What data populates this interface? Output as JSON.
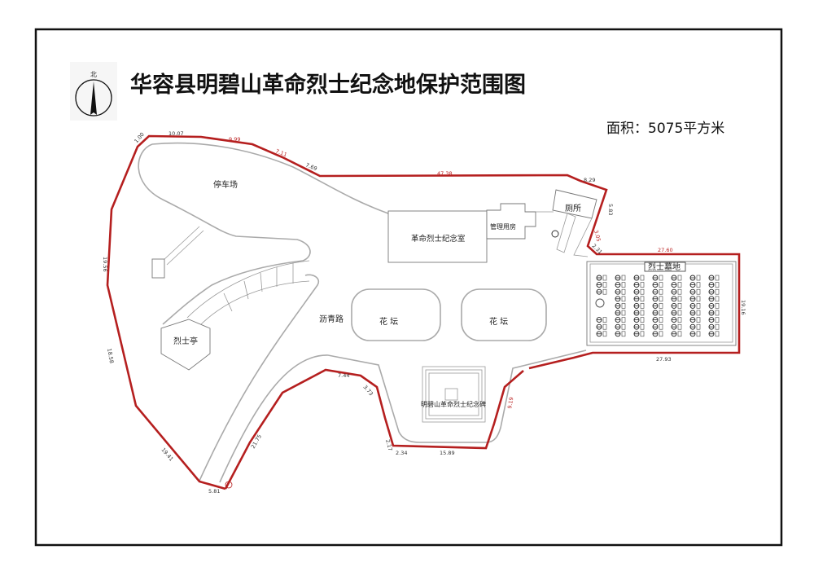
{
  "title": "华容县明碧山革命烈士纪念地保护范围图",
  "area_text": "面积：5075平方米",
  "north_label": "北",
  "features": {
    "parking": "停车场",
    "memorial_hall": "革命烈士纪念室",
    "management": "管理用房",
    "toilet": "厕所",
    "cemetery": "烈士墓地",
    "flower_bed_1": "花  坛",
    "flower_bed_2": "花  坛",
    "pavilion": "烈士亭",
    "road": "沥青路",
    "monument": "明碧山革命烈士纪念碑"
  },
  "dimensions": [
    "1.00",
    "10.07",
    "9.99",
    "7.11",
    "7.69",
    "47.38",
    "8.29",
    "5.83",
    "3.05",
    "2.31",
    "27.60",
    "19.16",
    "27.93",
    "9.19",
    "15.89",
    "2.34",
    "2.17",
    "3.73",
    "7.44",
    "21.75",
    "5.81",
    "19.41",
    "18.58",
    "19.56"
  ],
  "colors": {
    "boundary": "#b51f1f",
    "outline": "#aaaaaa"
  },
  "cemetery_grid": {
    "columns": 7,
    "rows": 9
  }
}
